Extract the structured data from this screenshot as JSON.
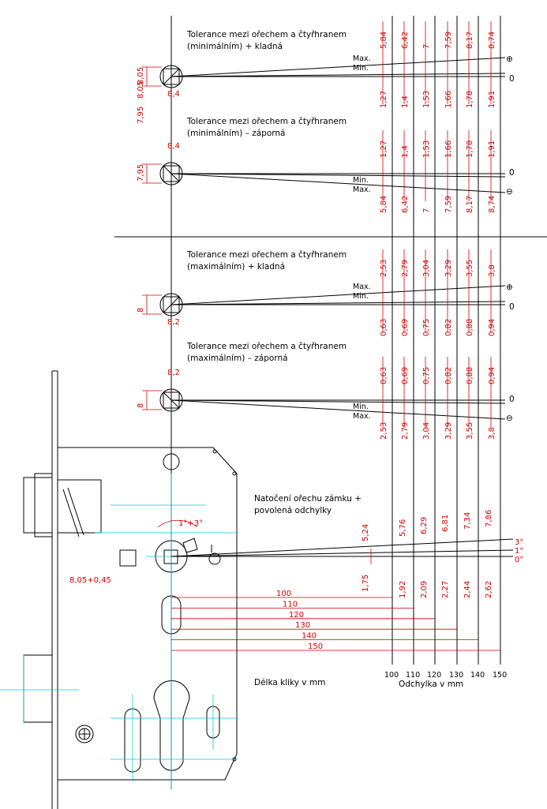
{
  "columns": [
    "100",
    "110",
    "120",
    "130",
    "140",
    "150"
  ],
  "sections": [
    {
      "title_1": "Tolerance mezi ořechem a čtyřhranem",
      "title_2": "(minimálním) + kladná",
      "left_top": "8,05",
      "left_bottom": "7,95",
      "small": "8,4",
      "mark_1": "Max.",
      "mark_2": "Min.",
      "sign": "⊕",
      "zero": "0",
      "upper": [
        "5,84",
        "6,42",
        "7",
        "7,59",
        "8,17",
        "8,74"
      ],
      "lower": [
        "1,27",
        "1,4",
        "1,53",
        "1,66",
        "1,78",
        "1,91"
      ]
    },
    {
      "title_1": "Tolerance mezi ořechem a čtyřhranem",
      "title_2": "(minimálním) – záporná",
      "left_top": "7,95",
      "left_bottom": "8,05",
      "small": "8,4",
      "mark_1": "Min.",
      "mark_2": "Max.",
      "sign": "⊖",
      "zero": "0",
      "upper": [
        "1,27",
        "1,4",
        "1,53",
        "1,66",
        "1,78",
        "1,91"
      ],
      "lower": [
        "5,84",
        "6,42",
        "7",
        "7,59",
        "8,17",
        "8,74"
      ]
    },
    {
      "title_1": "Tolerance mezi ořechem a čtyřhranem",
      "title_2": "(maximálním) + kladná",
      "left_top": "8",
      "small": "8,2",
      "mark_1": "Max.",
      "mark_2": "Min.",
      "sign": "⊕",
      "zero": "0",
      "upper": [
        "2,53",
        "2,79",
        "3,04",
        "3,29",
        "3,55",
        "3,8"
      ],
      "lower": [
        "0,63",
        "0,69",
        "0,75",
        "0,82",
        "0,88",
        "0,94"
      ]
    },
    {
      "title_1": "Tolerance mezi ořechem a čtyřhranem",
      "title_2": "(maximálním) – záporná",
      "left_top": "8",
      "small": "8,2",
      "mark_1": "Min.",
      "mark_2": "Max.",
      "sign": "⊖",
      "zero": "0",
      "upper": [
        "0,63",
        "0,69",
        "0,75",
        "0,82",
        "0,88",
        "0,94"
      ],
      "lower": [
        "2,53",
        "2,79",
        "3,04",
        "3,29",
        "3,55",
        "3,8"
      ]
    }
  ],
  "rotation": {
    "title_1": "Natočení ořechu zámku +",
    "title_2": "povolená odchylky",
    "angle_label": "1°+3°",
    "nut_label": "8,05+0,45",
    "deg_3": "3°",
    "deg_1": "1°",
    "deg_0": "0°",
    "upper": [
      "5,24",
      "5,76",
      "6,29",
      "6,81",
      "7,34",
      "7,86"
    ],
    "lower": [
      "1,75",
      "1,92",
      "2,09",
      "2,27",
      "2,44",
      "2,62"
    ],
    "lengths": [
      "100",
      "110",
      "120",
      "130",
      "140",
      "150"
    ]
  },
  "footer": {
    "handle_length": "Délka kliky v mm",
    "deviation": "Odchylka v mm"
  }
}
